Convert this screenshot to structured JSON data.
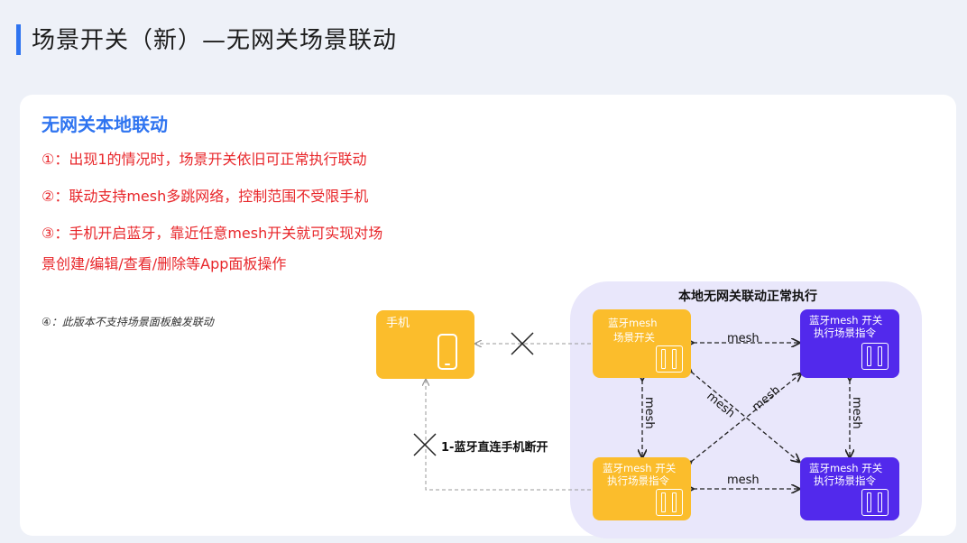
{
  "page": {
    "title": "场景开关（新）—无网关场景联动"
  },
  "section": {
    "title": "无网关本地联动",
    "points": [
      "①：出现1的情况时，场景开关依旧可正常执行联动",
      "②：联动支持mesh多跳网络，控制范围不受限手机",
      "③：手机开启蓝牙，靠近任意mesh开关就可实现对场",
      "景创建/编辑/查看/删除等App面板操作"
    ],
    "note": "④：此版本不支持场景面板触发联动"
  },
  "diagram": {
    "zone_title": "本地无网关联动正常执行",
    "phone_label": "手机",
    "nodes": {
      "scene_switch": [
        "蓝牙mesh",
        "场景开关"
      ],
      "executor": [
        "蓝牙mesh 开关",
        "执行场景指令"
      ]
    },
    "link_label": "mesh",
    "cut_label": "1-蓝牙直连手机断开",
    "colors": {
      "yellow": "#fbbd2c",
      "purple": "#5229ec",
      "accent": "#2f74f0",
      "red": "#e8262a"
    }
  }
}
